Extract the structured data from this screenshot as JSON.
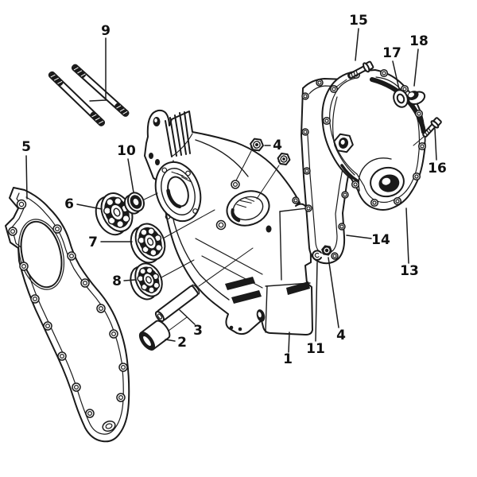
{
  "figure": {
    "background": "#ffffff",
    "ink": "#1a1a1a",
    "callouts": [
      {
        "label": "1"
      },
      {
        "label": "2"
      },
      {
        "label": "3"
      },
      {
        "label": "4"
      },
      {
        "label": "4"
      },
      {
        "label": "5"
      },
      {
        "label": "6"
      },
      {
        "label": "7"
      },
      {
        "label": "8"
      },
      {
        "label": "9"
      },
      {
        "label": "10"
      },
      {
        "label": "11"
      },
      {
        "label": "13"
      },
      {
        "label": "14"
      },
      {
        "label": "15"
      },
      {
        "label": "16"
      },
      {
        "label": "17"
      },
      {
        "label": "18"
      }
    ]
  }
}
